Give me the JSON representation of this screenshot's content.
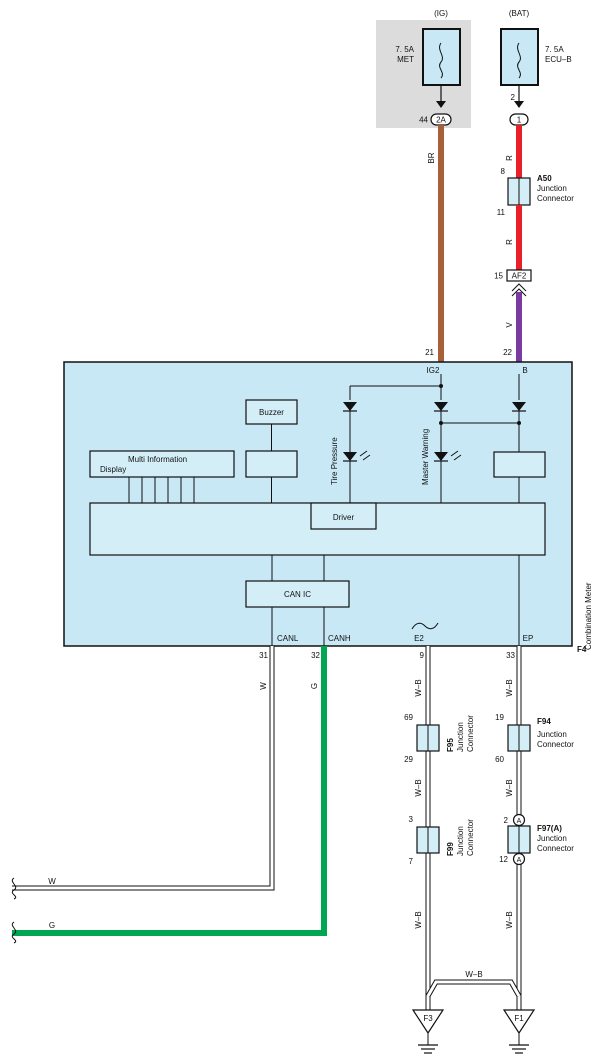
{
  "power_sources": {
    "ig": {
      "label": "(IG)",
      "fuse_rating": "7. 5A",
      "fuse_name": "MET",
      "pin_left": "44",
      "connector": "2A"
    },
    "bat": {
      "label": "(BAT)",
      "fuse_rating": "7. 5A",
      "fuse_name": "ECU–B",
      "pin_left": "2",
      "connector": "1"
    }
  },
  "wire_colors": {
    "BR": "#a8603a",
    "R": "#e8202a",
    "V": "#7a3aa0",
    "G": "#00a651",
    "W": "#ffffff",
    "W-B": "#ffffff",
    "box_fill": "#c8e8f6",
    "fuse_bg": "#dcdcdc"
  },
  "wire_labels": {
    "br": "BR",
    "r1": "R",
    "r2": "R",
    "v": "V",
    "w": "W",
    "g": "G",
    "wb1": "W–B",
    "wb2": "W–B",
    "wb3": "W–B",
    "wb4": "W–B",
    "wb5": "W–B",
    "wb6": "W–B",
    "wb_bridge": "W–B",
    "w_end": "W",
    "g_end": "G"
  },
  "connectors": {
    "a50": {
      "id": "A50",
      "name": "Junction Connector",
      "pin_top": "8",
      "pin_bottom": "11"
    },
    "af2": {
      "id": "AF2",
      "pin": "15"
    },
    "f95": {
      "id": "F95",
      "name": "Junction Connector",
      "pin_top": "69",
      "pin_bottom": "29"
    },
    "f99": {
      "id": "F99",
      "name": "Junction Connector",
      "pin_top": "3",
      "pin_bottom": "7"
    },
    "f94": {
      "id": "F94",
      "name": "Junction Connector",
      "pin_top": "19",
      "pin_bottom": "60"
    },
    "f97": {
      "id": "F97(A)",
      "name": "Junction Connector",
      "pin_top": "2",
      "pin_bottom": "12",
      "mark": "A"
    }
  },
  "meter": {
    "id": "F4",
    "name": "Combination Meter",
    "pins": {
      "ig2_num": "21",
      "ig2": "IG2",
      "b_num": "22",
      "b": "B",
      "canl_num": "31",
      "canl": "CANL",
      "canh_num": "32",
      "canh": "CANH",
      "e2_num": "9",
      "e2": "E2",
      "ep_num": "33",
      "ep": "EP"
    },
    "blocks": {
      "buzzer": "Buzzer",
      "mid_line1": "Multi Information",
      "mid_line2": "Display",
      "driver": "Driver",
      "can_ic": "CAN IC"
    },
    "lamps": {
      "tire": "Tire Pressure",
      "master": "Master Warning"
    }
  },
  "grounds": {
    "f3": "F3",
    "f1": "F1"
  }
}
